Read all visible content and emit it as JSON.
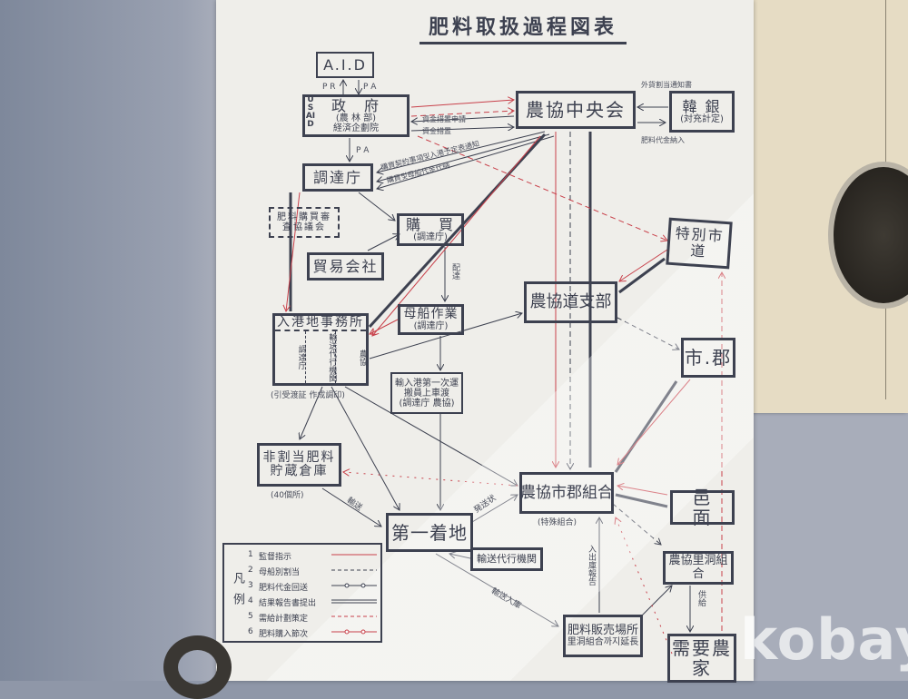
{
  "title": "肥料取扱過程図表",
  "nodes": {
    "aid": "A.I.D",
    "usaid": "USAID",
    "govt": "政　府",
    "govt_sub1": "(農 林 部)",
    "govt_sub2": "経済企劃院",
    "central": "農協中央会",
    "bok": "韓 銀",
    "bok_sub": "(対充計定)",
    "procurement": "調達庁",
    "committee": "肥料購買審査協議会",
    "purchase": "購　買",
    "purchase_sub": "(調達庁)",
    "trading": "貿易会社",
    "special_city": "特別市道",
    "provincial": "農協道支部",
    "mothership": "母船作業",
    "mothership_sub": "(調達庁)",
    "port_office": "入港地事務所",
    "port_office_cols": [
      "調達庁",
      "輸送代行機関",
      "農協"
    ],
    "port_office_caption": "(引受渡証 作成調印)",
    "si_gun": "市.郡",
    "first_transport": "輸入港第一次運搬員上車渡",
    "first_transport_sub": "(調達庁 農協)",
    "warehouse": "非割当肥料貯蔵倉庫",
    "warehouse_caption": "(40個所)",
    "county_coop": "農協市郡組合",
    "county_coop_caption": "(特殊組合)",
    "eup_myeon": "邑　面",
    "first_arrival": "第一着地",
    "transport_agency": "輸送代行機関",
    "village_coop": "農協里洞組合",
    "sales": "肥料販売場所",
    "sales_sub": "里洞組合까지延長",
    "farmers": "需要農家"
  },
  "edge_labels": {
    "pr": "P R",
    "pa": "P A",
    "pa2": "P A",
    "fund1": "資金措置申請",
    "fund2": "資金措置",
    "bok1": "外貨割当通知書",
    "bok2": "肥料代金納入",
    "notice": "購買契約事項및入港予定表通知",
    "orders": "購買및母船代金代納",
    "transport": "配達",
    "delivery": "輸送",
    "send": "発送状",
    "import": "輸送入庫",
    "report": "入出庫報告",
    "supply": "供給"
  },
  "legend": {
    "heading": "凡例",
    "items": [
      {
        "n": "1",
        "label": "監督指示",
        "style": "red-solid"
      },
      {
        "n": "2",
        "label": "母船別割当",
        "style": "dash"
      },
      {
        "n": "3",
        "label": "肥料代金回送",
        "style": "dot-line"
      },
      {
        "n": "4",
        "label": "結果報告書提出",
        "style": "double"
      },
      {
        "n": "5",
        "label": "需給計劃策定",
        "style": "red-dash"
      },
      {
        "n": "6",
        "label": "肥料購入節次",
        "style": "red-dot"
      }
    ]
  },
  "colors": {
    "ink": "#3d4150",
    "red": "#c8404a"
  },
  "watermark": "kobay"
}
